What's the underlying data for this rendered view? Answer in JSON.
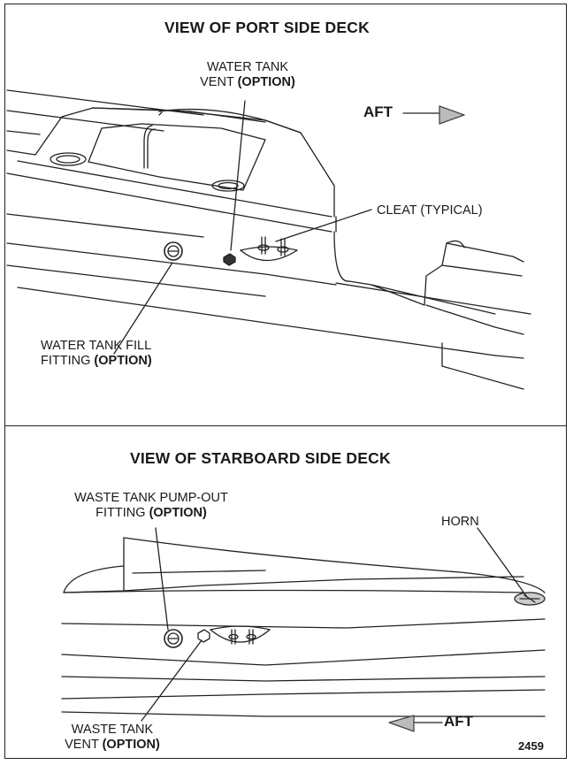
{
  "port": {
    "title": "VIEW OF PORT SIDE DECK",
    "vent_line1": "WATER TANK",
    "vent_line2a": "VENT",
    "vent_line2b": "(OPTION)",
    "aft": "AFT",
    "cleat": "CLEAT (TYPICAL)",
    "fill_line1": "WATER TANK FILL",
    "fill_line2a": "FITTING",
    "fill_line2b": "(OPTION)"
  },
  "starboard": {
    "title": "VIEW OF STARBOARD SIDE DECK",
    "pumpout_line1": "WASTE TANK PUMP-OUT",
    "pumpout_line2a": "FITTING",
    "pumpout_line2b": "(OPTION)",
    "horn": "HORN",
    "vent_line1": "WASTE TANK",
    "vent_line2a": "VENT",
    "vent_line2b": "(OPTION)",
    "aft": "AFT"
  },
  "figure_number": "2459"
}
